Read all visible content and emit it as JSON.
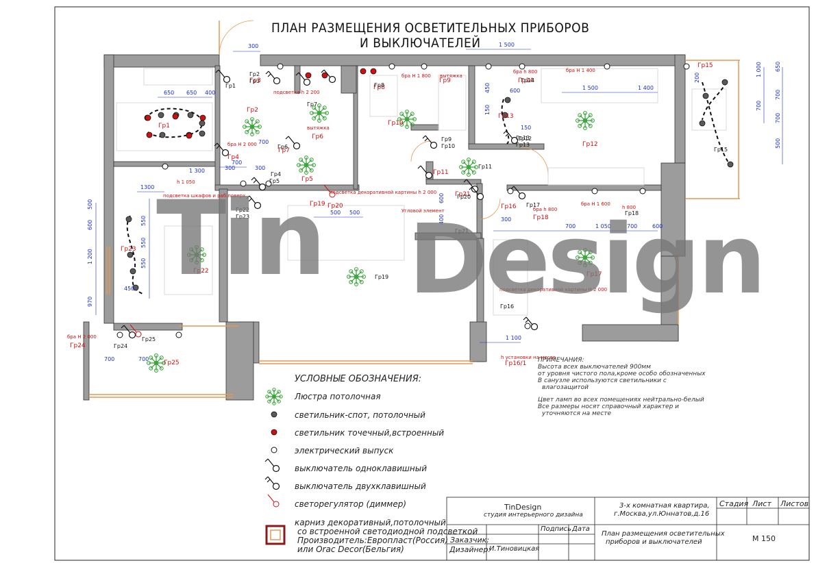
{
  "title": {
    "line1": "ПЛАН РАЗМЕЩЕНИЯ ОСВЕТИТЕЛЬНЫХ ПРИБОРОВ",
    "line2": "И ВЫКЛЮЧАТЕЛЕЙ"
  },
  "watermark": {
    "part1": "Tin",
    "part2": "Design"
  },
  "dimensions": [
    "300",
    "1 500",
    "650",
    "650",
    "400",
    "300",
    "700",
    "1 300",
    "300",
    "700",
    "1300",
    "500",
    "550",
    "550",
    "600",
    "1 200",
    "550",
    "450",
    "970",
    "700",
    "700",
    "500",
    "500",
    "600",
    "400",
    "300",
    "700",
    "1 050",
    "700",
    "600",
    "1 100",
    "1 500",
    "1 400",
    "650",
    "1 000",
    "700",
    "700",
    "700",
    "500",
    "200",
    "600",
    "450",
    "150",
    "150"
  ],
  "groups": [
    "Гр1",
    "Гр2",
    "Гр3",
    "Гр4",
    "Гр5",
    "Гр6",
    "Гр7",
    "Гр8",
    "Гр9",
    "Гр10",
    "Гр11",
    "Гр12",
    "Гр13",
    "Гр14",
    "Гр15",
    "Гр16",
    "Гр16/1",
    "Гр17",
    "Гр18",
    "Гр19",
    "Гр20",
    "Гр21",
    "Гр22",
    "Гр23",
    "Гр24",
    "Гр25"
  ],
  "annotations": {
    "podsvetka_2200": "подсветка h 2 200",
    "vytyazhka": "вытяжка",
    "vytyazhka2": "вытяжка",
    "bra_2000": "бра H 2 000",
    "bra_1800": "бра H 1 800",
    "bra_800": "бра h 800",
    "bra_1400": "бра H 1 400",
    "h1050": "h 1 050",
    "shkaf": "подсветка шкафов и раб.поверх",
    "uglovoy": "Угловой элемент",
    "dekor1": "подсветка декоративной картины h 2 000",
    "dekor2": "подсветка декоративной картины H 2 000",
    "ustanovka": "h установки на месте",
    "bra_800b": "бра h 800",
    "bra_1600": "бра H 1 600",
    "bra_800c": "h 800",
    "bra_2000b": "бра H 2 000"
  },
  "legend": {
    "title": "УСЛОВНЫЕ ОБОЗНАЧЕНИЯ:",
    "items": [
      {
        "icon": "chandelier-icon",
        "label": "Люстра потолочная"
      },
      {
        "icon": "spot-dark-icon",
        "label": "светильник-спот, потолочный"
      },
      {
        "icon": "spot-red-icon",
        "label": "светильник точечный,встроенный"
      },
      {
        "icon": "outlet-icon",
        "label": "электрический выпуск"
      },
      {
        "icon": "switch-single-icon",
        "label": "выключатель одноклавишный"
      },
      {
        "icon": "switch-double-icon",
        "label": "выключатель двухклавишный"
      },
      {
        "icon": "dimmer-icon",
        "label": "светорегулятор (диммер)"
      }
    ],
    "cornice": [
      "карниз декоративный,потолочный",
      "со встроенной светодиодной подсветкой",
      "Производитель:Европласт(Россия)",
      "или Orac Decor(Бельгия)"
    ]
  },
  "notes": [
    "ПРИМЕЧАНИЯ:",
    "Высота всех выключателей 900мм",
    "от уровня чистого пола,кроме особо обозначенных",
    "В санузле используются светильники с",
    "влагозащитой",
    "",
    "Цвет ламп во всех помещениях нейтрально-белый",
    "Все размеры носят справочный характер и",
    "уточняются на месте"
  ],
  "titleblock": {
    "company": "TinDesign",
    "company_sub": "студия интерьерного дизайна",
    "project1": "3-х комнатная квартира,",
    "project2": "г.Москва,ул.Юннатов,д.16",
    "stage": "Стадия",
    "sheet": "Лист",
    "sheets": "Листов",
    "customer": "Заказчик:",
    "designer": "Дизайнер:",
    "designer_name": "И.Тиновицкая",
    "sign": "Подпись",
    "date": "Дата",
    "drawing1": "План размещения осветительных",
    "drawing2": "приборов и выключателей",
    "scale": "М 150"
  },
  "colors": {
    "wall": "#9a9a9a",
    "dim": "#1a2fd0",
    "red": "#d01010",
    "green": "#2aa02a",
    "orange": "#e8a060"
  }
}
